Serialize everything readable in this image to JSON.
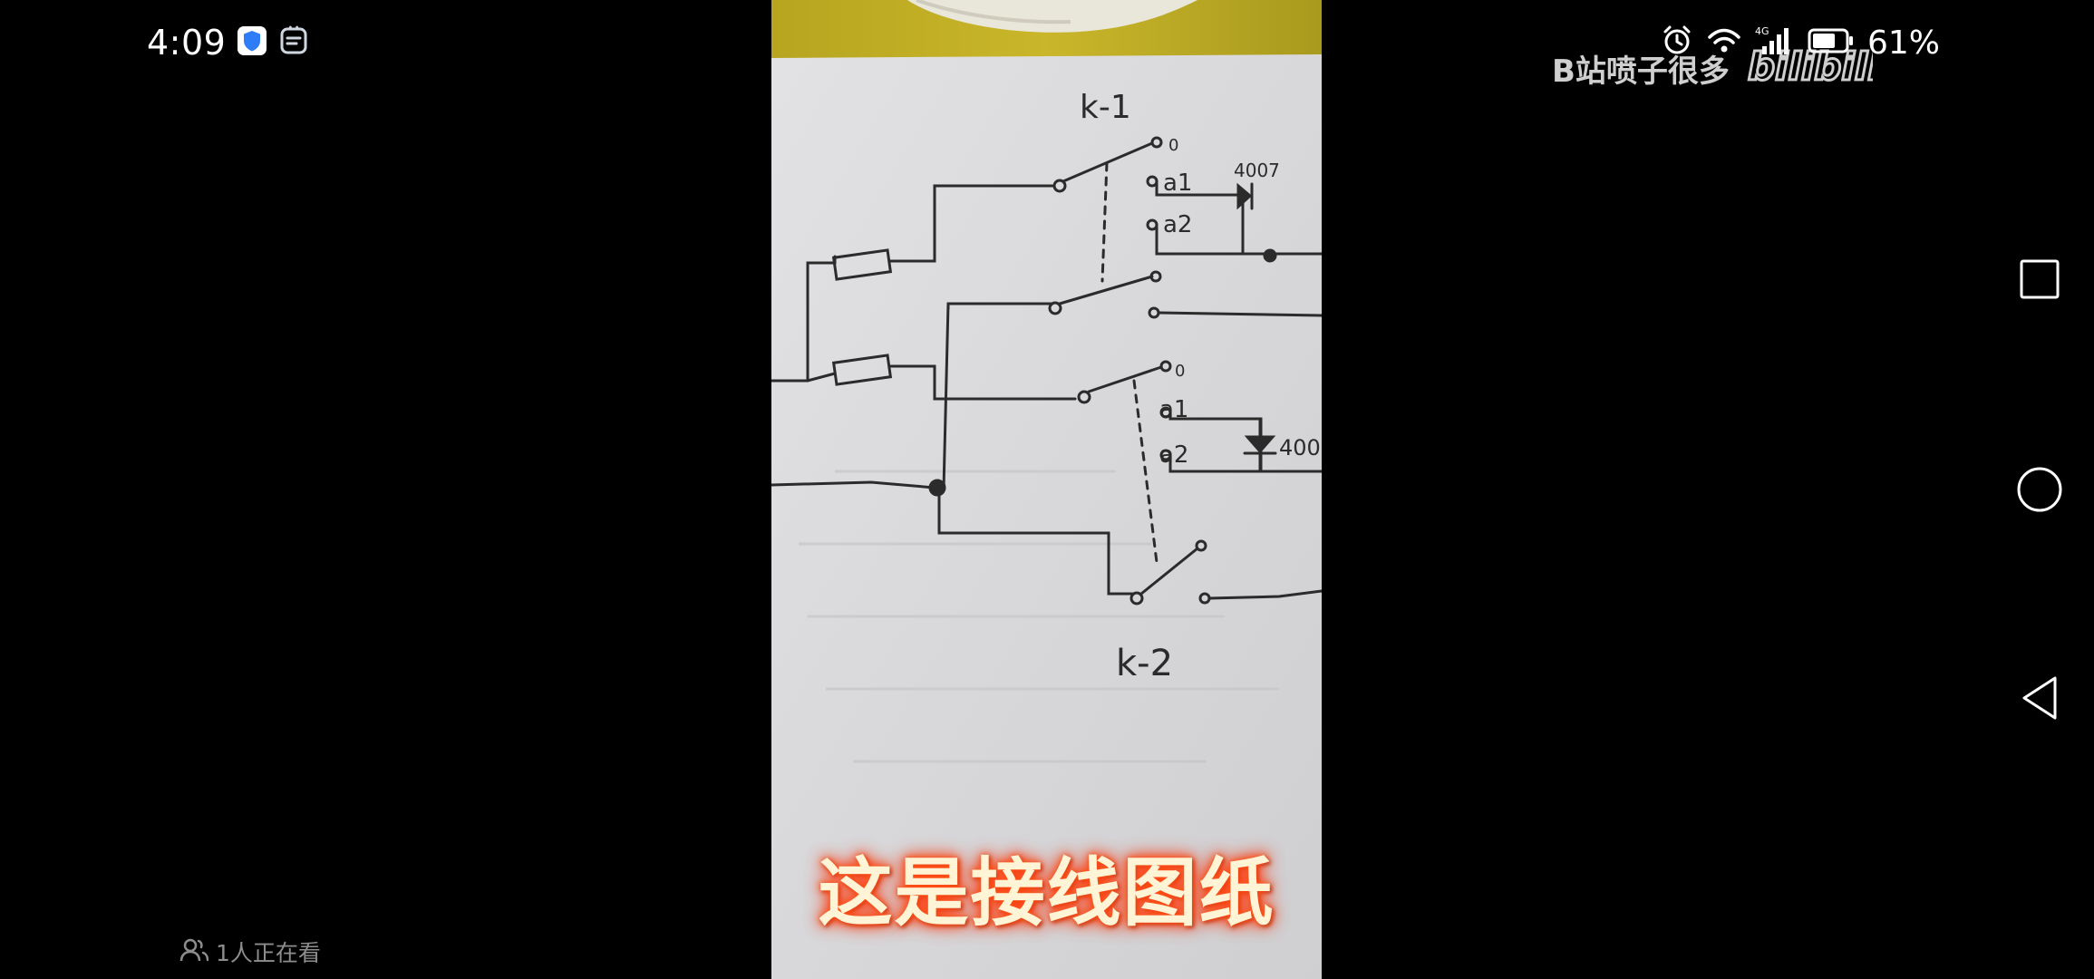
{
  "status_bar": {
    "time": "4:09",
    "battery_percent": "61%",
    "left_icons": [
      "shield-icon",
      "app-notification-icon"
    ],
    "right_icons": [
      "alarm-icon",
      "wifi-icon",
      "signal-icon",
      "battery-icon"
    ],
    "network_label": "4G"
  },
  "video": {
    "subtitle": "这是接线图纸",
    "drawing_labels": {
      "k1": "k-1",
      "k2": "k-2",
      "diode_top": "4007",
      "diode_bottom": "400",
      "a1_top": "a1",
      "a2_top": "a2",
      "a1_bottom": "a1",
      "a2_bottom": "a2",
      "zero_top": "0",
      "zero_bottom": "0"
    }
  },
  "watermark": {
    "uploader": "B站喷子很多",
    "logo_text": "bilibili"
  },
  "viewers": {
    "count_text": "1人正在看"
  },
  "colors": {
    "background": "#000000",
    "subtitle_glow": "#ff3b0a",
    "paper": "#dcdcdc",
    "ink": "#2b2b2b",
    "viewer_text": "#8d8d8d"
  }
}
